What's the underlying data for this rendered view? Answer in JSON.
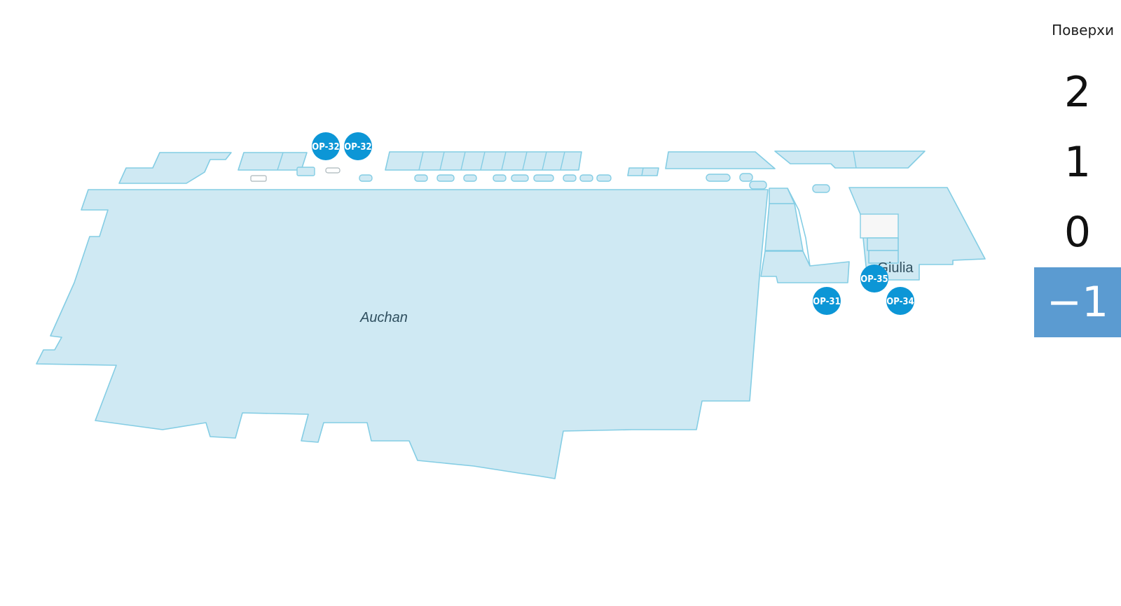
{
  "floor_selector": {
    "title": "Поверхи",
    "floors": [
      {
        "label": "2",
        "active": false
      },
      {
        "label": "1",
        "active": false
      },
      {
        "label": "0",
        "active": false
      },
      {
        "label": "−1",
        "active": true
      }
    ]
  },
  "map": {
    "labels": {
      "auchan": "Auchan",
      "giulia": "Giulia"
    },
    "markers": [
      {
        "id": "OP-32",
        "label": "OP-32"
      },
      {
        "id": "OP-32b",
        "label": "OP-32"
      },
      {
        "id": "OP-35",
        "label": "OP-35"
      },
      {
        "id": "OP-31",
        "label": "OP-31"
      },
      {
        "id": "OP-34",
        "label": "OP-34"
      }
    ]
  },
  "colors": {
    "shop_fill": "#cfe9f3",
    "shop_stroke": "#84cde4",
    "marker": "#0c96d6",
    "active_floor": "#5b9bd1"
  }
}
